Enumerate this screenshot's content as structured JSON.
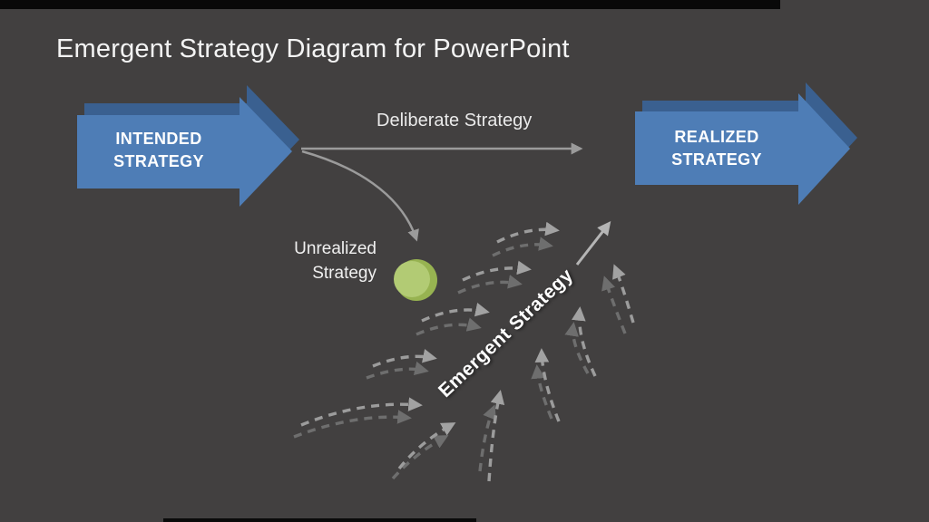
{
  "slide": {
    "title": "Emergent Strategy Diagram for PowerPoint"
  },
  "nodes": {
    "intended": {
      "line1": "INTENDED",
      "line2": "STRATEGY"
    },
    "realized": {
      "line1": "REALIZED",
      "line2": "STRATEGY"
    },
    "deliberate": {
      "label": "Deliberate Strategy"
    },
    "unrealized": {
      "line1": "Unrealized",
      "line2": "Strategy"
    },
    "emergent": {
      "label": "Emergent Strategy"
    }
  },
  "colors": {
    "background": "#424040",
    "top_bar": "#090909",
    "arrow_blue": "#4e7db6",
    "arrow_blue_bevel": "#3a6090",
    "connector_gray": "#9b9b9b",
    "dashed_light": "#9c9c9c",
    "dashed_dark": "#6e6e6e",
    "solid_arrow": "#b5b5b5",
    "dot_green": "#97b351",
    "dot_green_light": "#b2cb74",
    "text_white": "#ffffff"
  }
}
